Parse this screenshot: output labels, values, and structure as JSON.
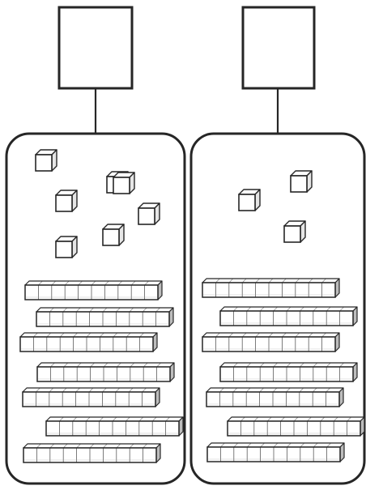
{
  "worksheet": {
    "colors": {
      "stroke": "#262626",
      "cube_fill": "#ffffff",
      "rod_shade": "#bdbdbd",
      "background": "#ffffff"
    },
    "panels": [
      {
        "id": "left",
        "answer_box_value": "",
        "ones_cubes": 7,
        "ten_rods": 7,
        "ones_per_rod": 10
      },
      {
        "id": "right",
        "answer_box_value": "",
        "ones_cubes": 3,
        "ten_rods": 7,
        "ones_per_rod": 10
      }
    ]
  }
}
